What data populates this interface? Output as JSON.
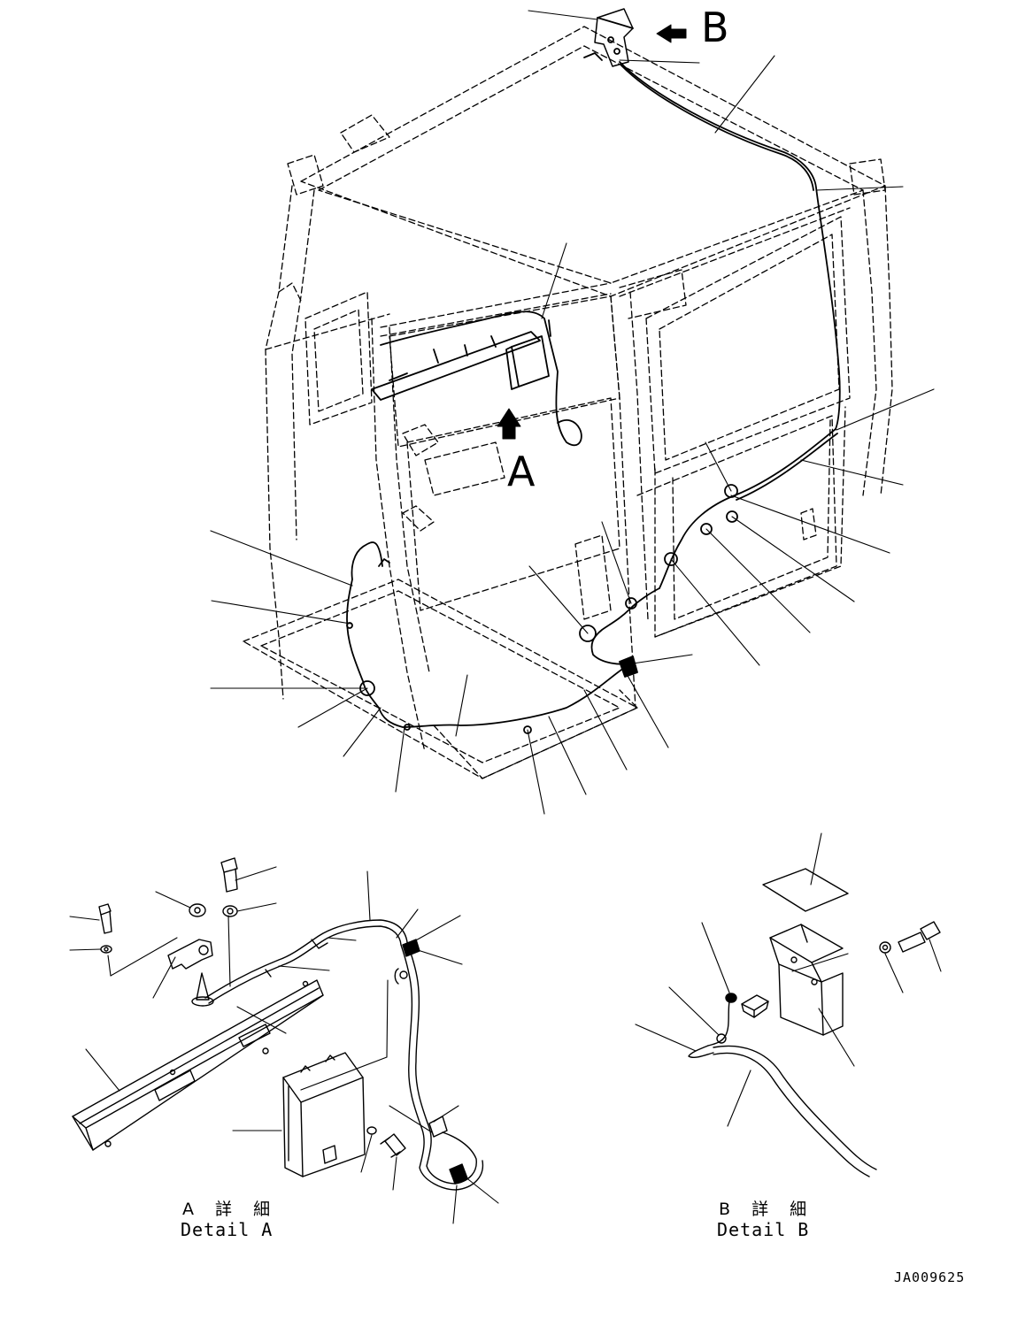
{
  "view_markers": {
    "a": "A",
    "b": "B"
  },
  "details": {
    "a": {
      "caption_jp": "A 詳 細",
      "caption_en": "Detail A"
    },
    "b": {
      "caption_jp": "B 詳 細",
      "caption_en": "Detail B"
    }
  },
  "drawing_code": "JA009625"
}
